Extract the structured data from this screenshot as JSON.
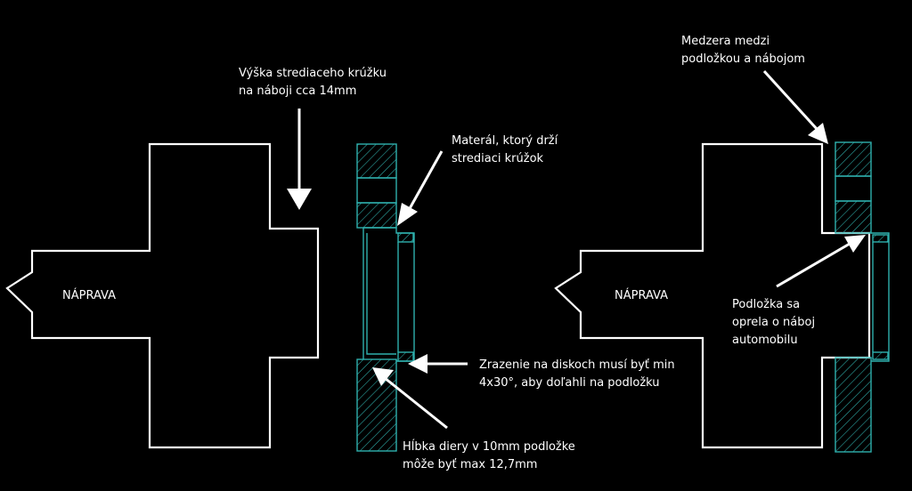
{
  "labels": {
    "axle_left": "NÁPRAVA",
    "axle_right": "NÁPRAVA",
    "ring_height": [
      "Výška strediaceho krúžku",
      "na náboji cca 14mm"
    ],
    "material": [
      "Materál, ktorý drží",
      "strediaci krúžok"
    ],
    "chamfer": [
      "Zrazenie na diskoch musí byť min",
      "4x30°, aby doľahli na podložku"
    ],
    "depth": [
      "Hĺbka diery v 10mm podložke",
      "môže byť max 12,7mm"
    ],
    "gap": [
      "Medzera medzi",
      "podložkou a nábojom"
    ],
    "rested": [
      "Podložka sa",
      "oprela o náboj",
      "automobilu"
    ]
  },
  "colors": {
    "background": "#000000",
    "outline": "#ffffff",
    "spacer": "#2fb0ad"
  }
}
